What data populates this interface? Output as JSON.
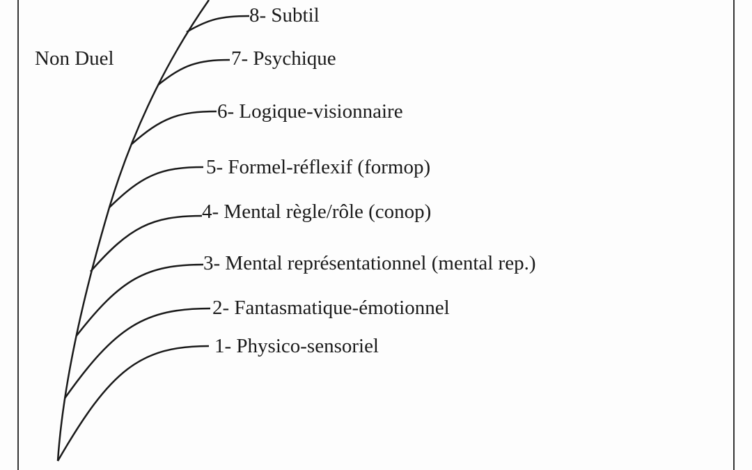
{
  "side_label": "Non Duel",
  "levels": [
    {
      "label": "1- Physico-sensoriel"
    },
    {
      "label": "2- Fantasmatique-émotionnel"
    },
    {
      "label": "3- Mental représentationnel (mental rep.)"
    },
    {
      "label": "4- Mental règle/rôle (conop)"
    },
    {
      "label": "5- Formel-réflexif (formop)"
    },
    {
      "label": "6- Logique-visionnaire"
    },
    {
      "label": "7- Psychique"
    },
    {
      "label": "8- Subtil"
    }
  ],
  "colors": {
    "ink": "#1a1a1a",
    "paper": "#fdfdfd"
  }
}
